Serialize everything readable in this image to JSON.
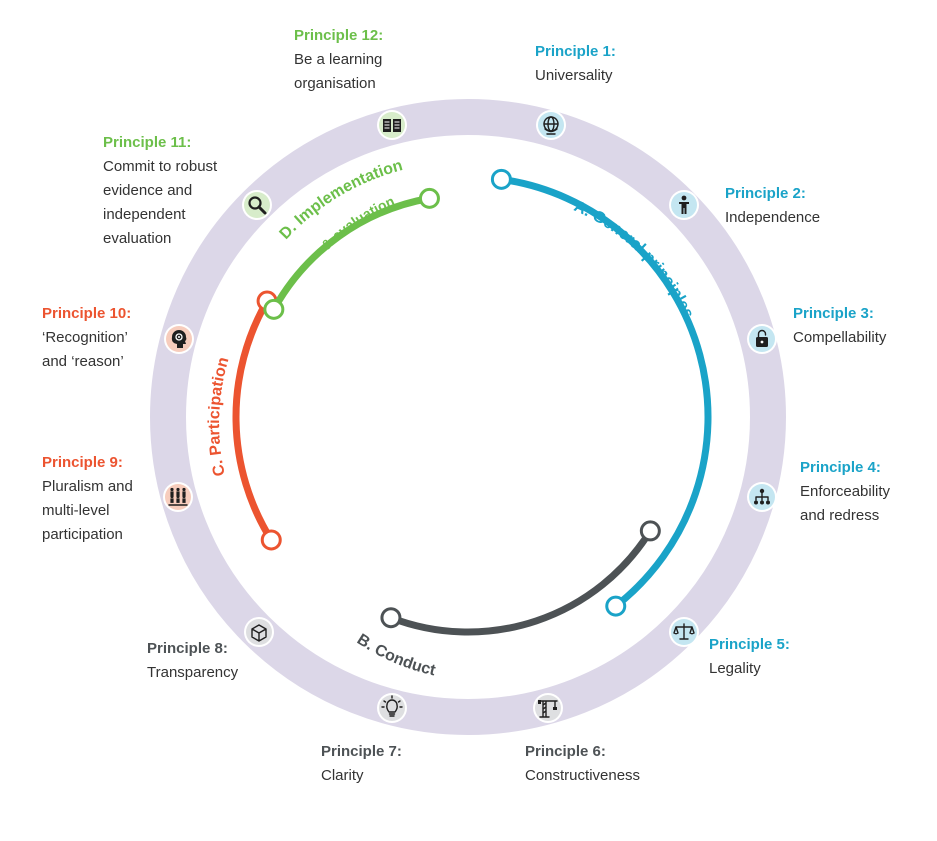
{
  "colors": {
    "ring": "#dcd7e8",
    "general": "#1aa3c8",
    "conduct": "#4d5255",
    "participation": "#ec5430",
    "implementation": "#6cbf4a",
    "text": "#333333"
  },
  "segments": [
    {
      "id": "general",
      "label": "A. General principles"
    },
    {
      "id": "conduct",
      "label": "B. Conduct"
    },
    {
      "id": "participation",
      "label": "C. Participation"
    },
    {
      "id": "implementation",
      "label": "D. Implementation",
      "label2": "& evaluation"
    }
  ],
  "principles": [
    {
      "title": "Principle 1:",
      "text": "Universality",
      "group": "general",
      "icon": "globe-icon"
    },
    {
      "title": "Principle 2:",
      "text": "Independence",
      "group": "general",
      "icon": "person-icon"
    },
    {
      "title": "Principle 3:",
      "text": "Compellability",
      "group": "general",
      "icon": "padlock-icon"
    },
    {
      "title": "Principle 4:",
      "text": "Enforceability and redress",
      "group": "general",
      "icon": "hierarchy-icon"
    },
    {
      "title": "Principle 5:",
      "text": "Legality",
      "group": "general",
      "icon": "scales-icon"
    },
    {
      "title": "Principle 6:",
      "text": "Constructiveness",
      "group": "conduct",
      "icon": "crane-icon"
    },
    {
      "title": "Principle 7:",
      "text": "Clarity",
      "group": "conduct",
      "icon": "lightbulb-icon"
    },
    {
      "title": "Principle 8:",
      "text": "Transparency",
      "group": "conduct",
      "icon": "cube-icon"
    },
    {
      "title": "Principle 9:",
      "text": "Pluralism and multi-level participation",
      "group": "participation",
      "icon": "crowd-icon"
    },
    {
      "title": "Principle 10:",
      "text": "‘Recognition’ and ‘reason’",
      "group": "participation",
      "icon": "head-gears-icon"
    },
    {
      "title": "Principle 11:",
      "text": "Commit to robust evidence and independent evaluation",
      "group": "implementation",
      "icon": "magnifier-icon"
    },
    {
      "title": "Principle 12:",
      "text": "Be a learning organisation",
      "group": "implementation",
      "icon": "book-icon"
    }
  ]
}
